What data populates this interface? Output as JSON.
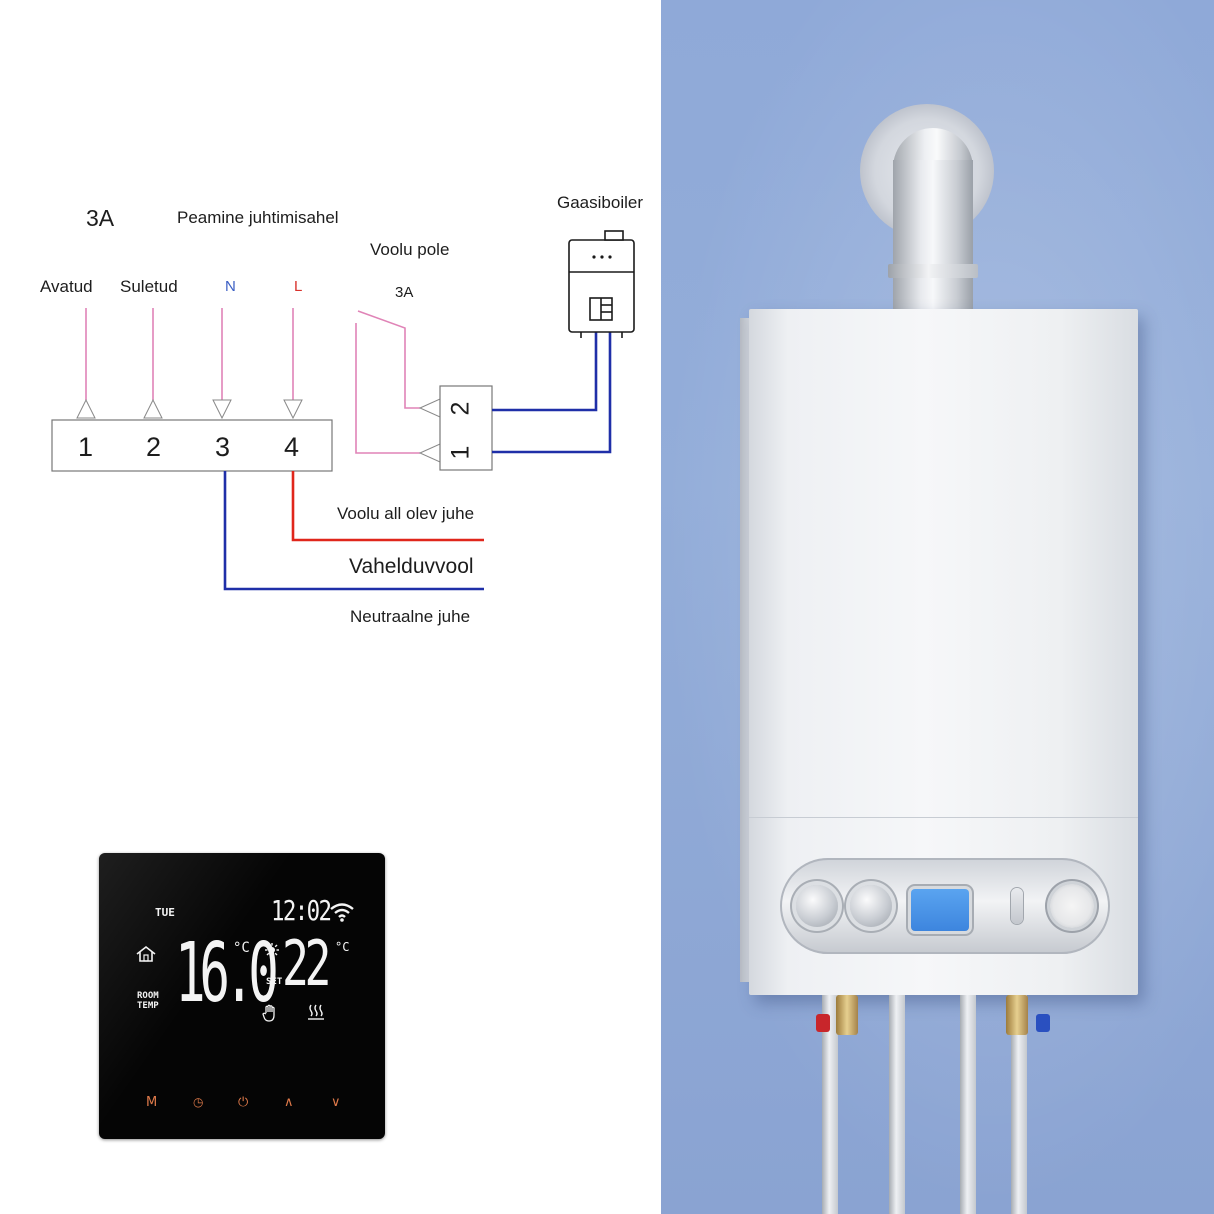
{
  "diagram": {
    "title_rating": "3A",
    "title_circuit": "Peamine juhtimisahel",
    "label_power_off": "Voolu pole",
    "label_relay_rating": "3A",
    "label_boiler": "Gaasiboiler",
    "terminal_labels": {
      "open": "Avatud",
      "closed": "Suletud",
      "neutral": "N",
      "live": "L"
    },
    "terminals": [
      "1",
      "2",
      "3",
      "4"
    ],
    "relay_terminals": [
      "2",
      "1"
    ],
    "live_wire_label": "Voolu all olev juhe",
    "ac_label": "Vahelduvvool",
    "neutral_wire_label": "Neutraalne juhe",
    "colors": {
      "pink_wire": "#e084b7",
      "blue_wire": "#1f2fa8",
      "red_wire": "#e0261b",
      "neutral_label": "#3b5fc4",
      "live_label": "#d8322c"
    }
  },
  "thermostat": {
    "day": "TUE",
    "time": "12:02",
    "room_label": "ROOM\nTEMP",
    "room_temp": "16.0",
    "room_unit": "°C",
    "set_label": "SET",
    "set_temp": "22",
    "set_unit": "°C",
    "icons": [
      "home-icon",
      "wifi-icon",
      "sun-icon",
      "hand-icon",
      "heating-icon"
    ],
    "buttons": {
      "menu": "M",
      "clock": "◷",
      "power": "⏻",
      "up": "∧",
      "down": "∨"
    },
    "button_color": "#e07a4a"
  },
  "boiler_photo": {
    "wall_color": "#8fa9d8",
    "case_color": "#f2f3f5",
    "lcd_color": "#4a94e6"
  }
}
